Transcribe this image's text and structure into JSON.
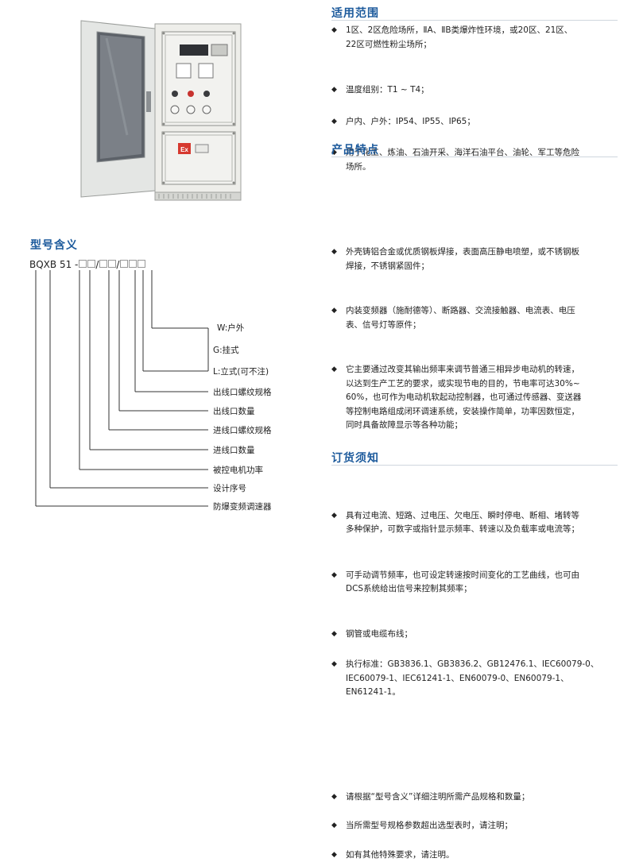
{
  "model_meaning": {
    "title": "型号含义",
    "code_prefix": "BQXB 51 -",
    "sep1": "/",
    "sep2": "/",
    "legend": [
      "W:户外",
      "G:挂式",
      "L:立式(可不注)",
      "出线口螺纹规格",
      "出线口数量",
      "进线口螺纹规格",
      "进线口数量",
      "被控电机功率",
      "设计序号",
      "防爆变频调速器"
    ]
  },
  "cabinet": {
    "ex_mark": "Ex"
  },
  "scope": {
    "title": "适用范围",
    "items": [
      [
        "1区、2区危险场所，ⅡA、ⅡB类爆炸性环境，或20区、21区、",
        "22区可燃性粉尘场所；"
      ],
      [
        "温度组别：T1 ~ T4；"
      ],
      [
        "户内、户外：IP54、IP55、IP65；"
      ],
      [
        "用于化工、炼油、石油开采、海洋石油平台、油轮、军工等危险",
        "场所。"
      ]
    ]
  },
  "features": {
    "title": "产品特点",
    "items": [
      [
        "外壳铸铝合金或优质钢板焊接，表面高压静电喷塑，或不锈钢板",
        "焊接，不锈钢紧固件；"
      ],
      [
        "内装变频器（施耐德等）、断路器、交流接触器、电流表、电压",
        "表、信号灯等原件；"
      ],
      [
        "它主要通过改变其输出频率来调节普通三相异步电动机的转速，",
        "以达到生产工艺的要求，或实现节电的目的，节电率可达30%~",
        "60%，也可作为电动机软起动控制器，也可通过传感器、变送器",
        "等控制电路组成闭环调速系统，安装操作简单，功率因数恒定，",
        "同时具备故障显示等各种功能；"
      ],
      [
        "具有过电流、短路、过电压、欠电压、瞬时停电、断相、堵转等",
        "多种保护，可数字或指针显示频率、转速以及负载率或电流等；"
      ],
      [
        "可手动调节频率，也可设定转速按时间变化的工艺曲线，也可由",
        "DCS系统给出信号来控制其频率；"
      ],
      [
        "钢管或电缆布线；"
      ],
      [
        "执行标准：GB3836.1、GB3836.2、GB12476.1、IEC60079-0、",
        "IEC60079-1、IEC61241-1、EN60079-0、EN60079-1、",
        "EN61241-1。"
      ]
    ]
  },
  "ordering": {
    "title": "订货须知",
    "items": [
      [
        "请根据“型号含义”详细注明所需产品规格和数量；"
      ],
      [
        "当所需型号规格参数超出选型表时，请注明；"
      ],
      [
        "如有其他特殊要求，请注明。"
      ]
    ]
  }
}
